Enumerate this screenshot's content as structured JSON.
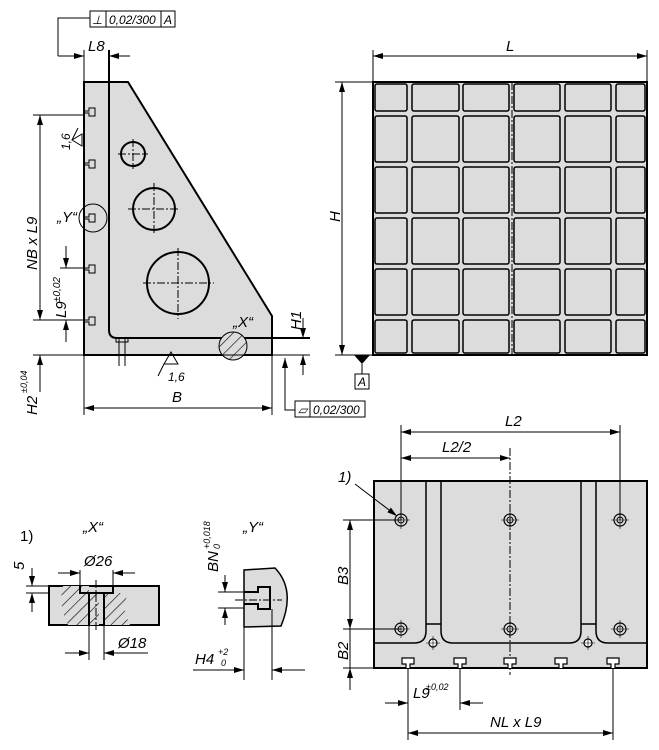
{
  "tolerances": {
    "perpendicularity": {
      "symbol": "⊥",
      "value": "0,02/300",
      "datum": "A"
    },
    "flatness": {
      "symbol": "▱",
      "value": "0,02/300"
    },
    "datum_label": "A"
  },
  "side_view": {
    "dims": {
      "L8": "L8",
      "NB_L9": "NB x L9",
      "L9": "L9",
      "L9_tol": "±0,02",
      "H2": "H2",
      "H2_tol": "±0,04",
      "B": "B",
      "H1": "H1"
    },
    "roughness_1": "1,6",
    "roughness_2": "1,6",
    "detail_x": "„X“",
    "detail_y": "„Y“"
  },
  "front_view": {
    "dims": {
      "L": "L",
      "H": "H"
    }
  },
  "detail_x": {
    "footnote": "1)",
    "title": "„X“",
    "d26": "Ø26",
    "d18": "Ø18",
    "depth": "5"
  },
  "detail_y": {
    "title": "„Y“",
    "BN": "BN",
    "BN_tol_upper": "+0,018",
    "BN_tol_lower": "0",
    "H4": "H4",
    "H4_tol_upper": "+2",
    "H4_tol_lower": "0"
  },
  "bottom_view": {
    "footnote": "1)",
    "dims": {
      "L2": "L2",
      "L2_half": "L2/2",
      "B3": "B3",
      "B2": "B2",
      "L9": "L9",
      "L9_tol": "±0,02",
      "NL_L9": "NL x L9"
    }
  }
}
